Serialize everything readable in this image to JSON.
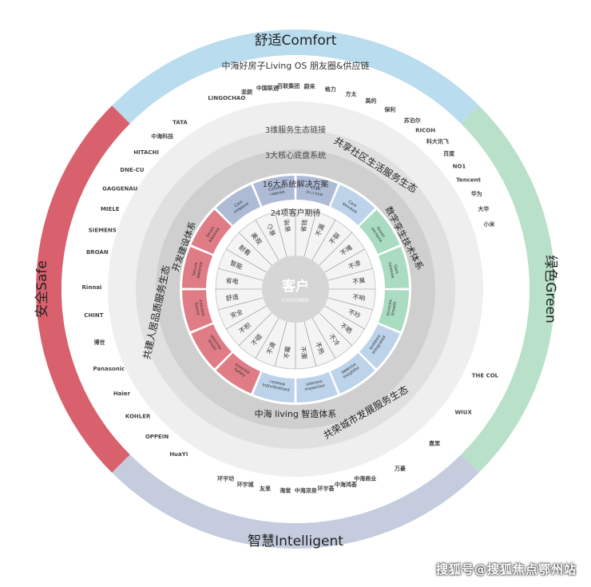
{
  "outer_ring": {
    "comfort": "舒适Comfort",
    "green": "绿色Green",
    "intelligent": "智慧Intelligent",
    "safe": "安全Safe",
    "ecosystem_chain": "中海好房子Living OS 朋友圈&供应链"
  },
  "ring2": {
    "service_link": "3维服务生态链接",
    "community": "共享社区生活服务生态",
    "city": "共荣城市发展服务生态",
    "quality": "共建人居品质服务生态"
  },
  "ring3": {
    "core_system": "3大核心底盘系统",
    "digital": "数字孪生技术体系",
    "smart_selection": "中海 living 智造体系",
    "development": "开发建设体系"
  },
  "ring4": {
    "solutions": "16大系统解决方案",
    "segments": [
      {
        "title": "Care",
        "sub": "关怀智能系统"
      },
      {
        "title": "Control",
        "sub": "一体智控系统"
      },
      {
        "title": "Craft",
        "sub": "匠心工艺系统"
      },
      {
        "title": "Care",
        "sub": "智能关爱系统"
      },
      {
        "title": "Green",
        "sub": "绿色节能系统"
      },
      {
        "title": "Gain",
        "sub": "优选供应系统"
      },
      {
        "title": "Growth",
        "sub": "成长社区系统"
      },
      {
        "title": "Integrated",
        "sub": "融合配套系统"
      },
      {
        "title": "Insightful",
        "sub": "洞察服务系统"
      },
      {
        "title": "Inspection",
        "sub": "品质检测系统"
      },
      {
        "title": "Individualized",
        "sub": "个性定制系统"
      },
      {
        "title": "Safety",
        "sub": "安全防护系统"
      },
      {
        "title": "Shield",
        "sub": "结构安全系统"
      },
      {
        "title": "Sound",
        "sub": "声学舒适系统"
      },
      {
        "title": "Secure",
        "sub": "健康防护系统"
      },
      {
        "title": "Smart",
        "sub": "智慧安防系统"
      }
    ]
  },
  "ring5": {
    "expectations": "24项客户期待",
    "items": [
      "省心",
      "省地",
      "省钱",
      "不漏",
      "不裂",
      "不堵",
      "不渗",
      "不臭",
      "不响",
      "不吵",
      "不晒",
      "不冷",
      "不热",
      "不潮",
      "不霉",
      "不滑",
      "不碰",
      "不积",
      "安全",
      "舒适",
      "省电",
      "智能",
      "耐看",
      "美观"
    ]
  },
  "center": {
    "title": "客户",
    "subtitle": "CUSTOMER"
  },
  "partners": {
    "top": [
      "LINGOCHAO",
      "坚朗",
      "中国联通",
      "百联集团",
      "蔚来",
      "格力",
      "方太",
      "美的",
      "保利",
      "苏泊尔",
      "RICOH",
      "科大讯飞",
      "百度",
      "NO1",
      "Tencent",
      "华为",
      "大华",
      "小米"
    ],
    "left": [
      "TATA",
      "中海科技",
      "HITACHI",
      "DNE-CU",
      "GAGGENAU",
      "MIELE",
      "SIEMENS",
      "BROAN",
      "Rinnai",
      "CHINT",
      "博世",
      "Panasonic",
      "Haier",
      "KOHLER",
      "OPPEIN",
      "HuaYi"
    ],
    "right": [
      "THE COL",
      "WIUX",
      "嘉里",
      "万豪"
    ],
    "bottom": [
      "环宇坊",
      "环宇城",
      "友里",
      "海堂",
      "中海凉泉",
      "环宇荟",
      "中海鸿荟",
      "中海商业"
    ]
  },
  "watermark": "搜狐号@搜狐焦点鄂州站",
  "colors": {
    "comfort": "#b9dcee",
    "green": "#b9e0c8",
    "intelligent": "#c4ccdd",
    "safe": "#d9616d",
    "ring2": "#e4e4e4",
    "ring3": "#bdbdbd",
    "segment_comfort": "#aebbd6",
    "segment_green": "#a9dcc0",
    "segment_intel": "#bcd3ea",
    "segment_safe": "#e07c86",
    "center": "#cfcfcf"
  }
}
